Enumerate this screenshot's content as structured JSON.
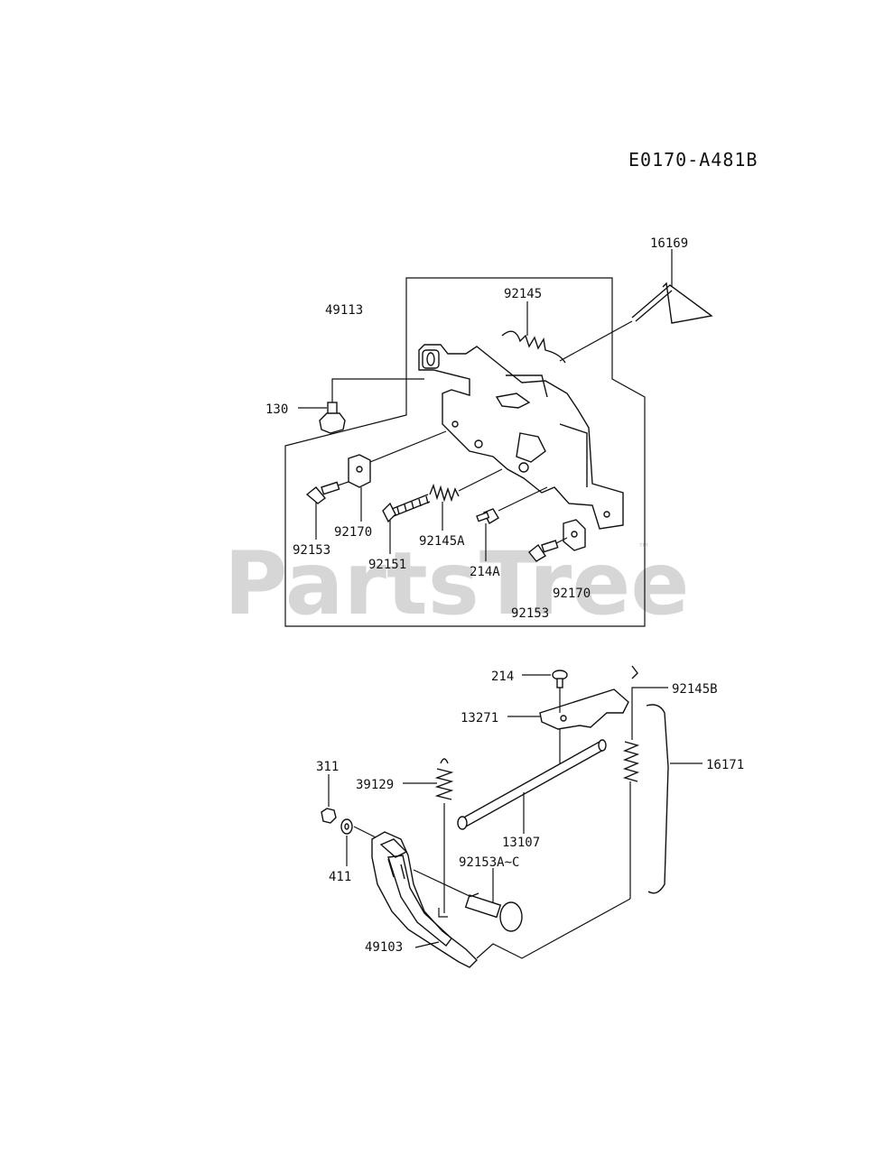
{
  "diagram_code": "E0170-A481B",
  "watermark": {
    "text": "PartsTree",
    "tm": "™"
  },
  "labels": {
    "p16169": "16169",
    "p92145": "92145",
    "p49113": "49113",
    "p130": "130",
    "p92170a": "92170",
    "p92153a": "92153",
    "p92151": "92151",
    "p92145A": "92145A",
    "p214A": "214A",
    "p92170b": "92170",
    "p92153b": "92153",
    "p214": "214",
    "p92145B": "92145B",
    "p13271": "13271",
    "p16171": "16171",
    "p311": "311",
    "p39129": "39129",
    "p13107": "13107",
    "p411": "411",
    "p92153AC": "92153A~C",
    "p49103": "49103"
  }
}
